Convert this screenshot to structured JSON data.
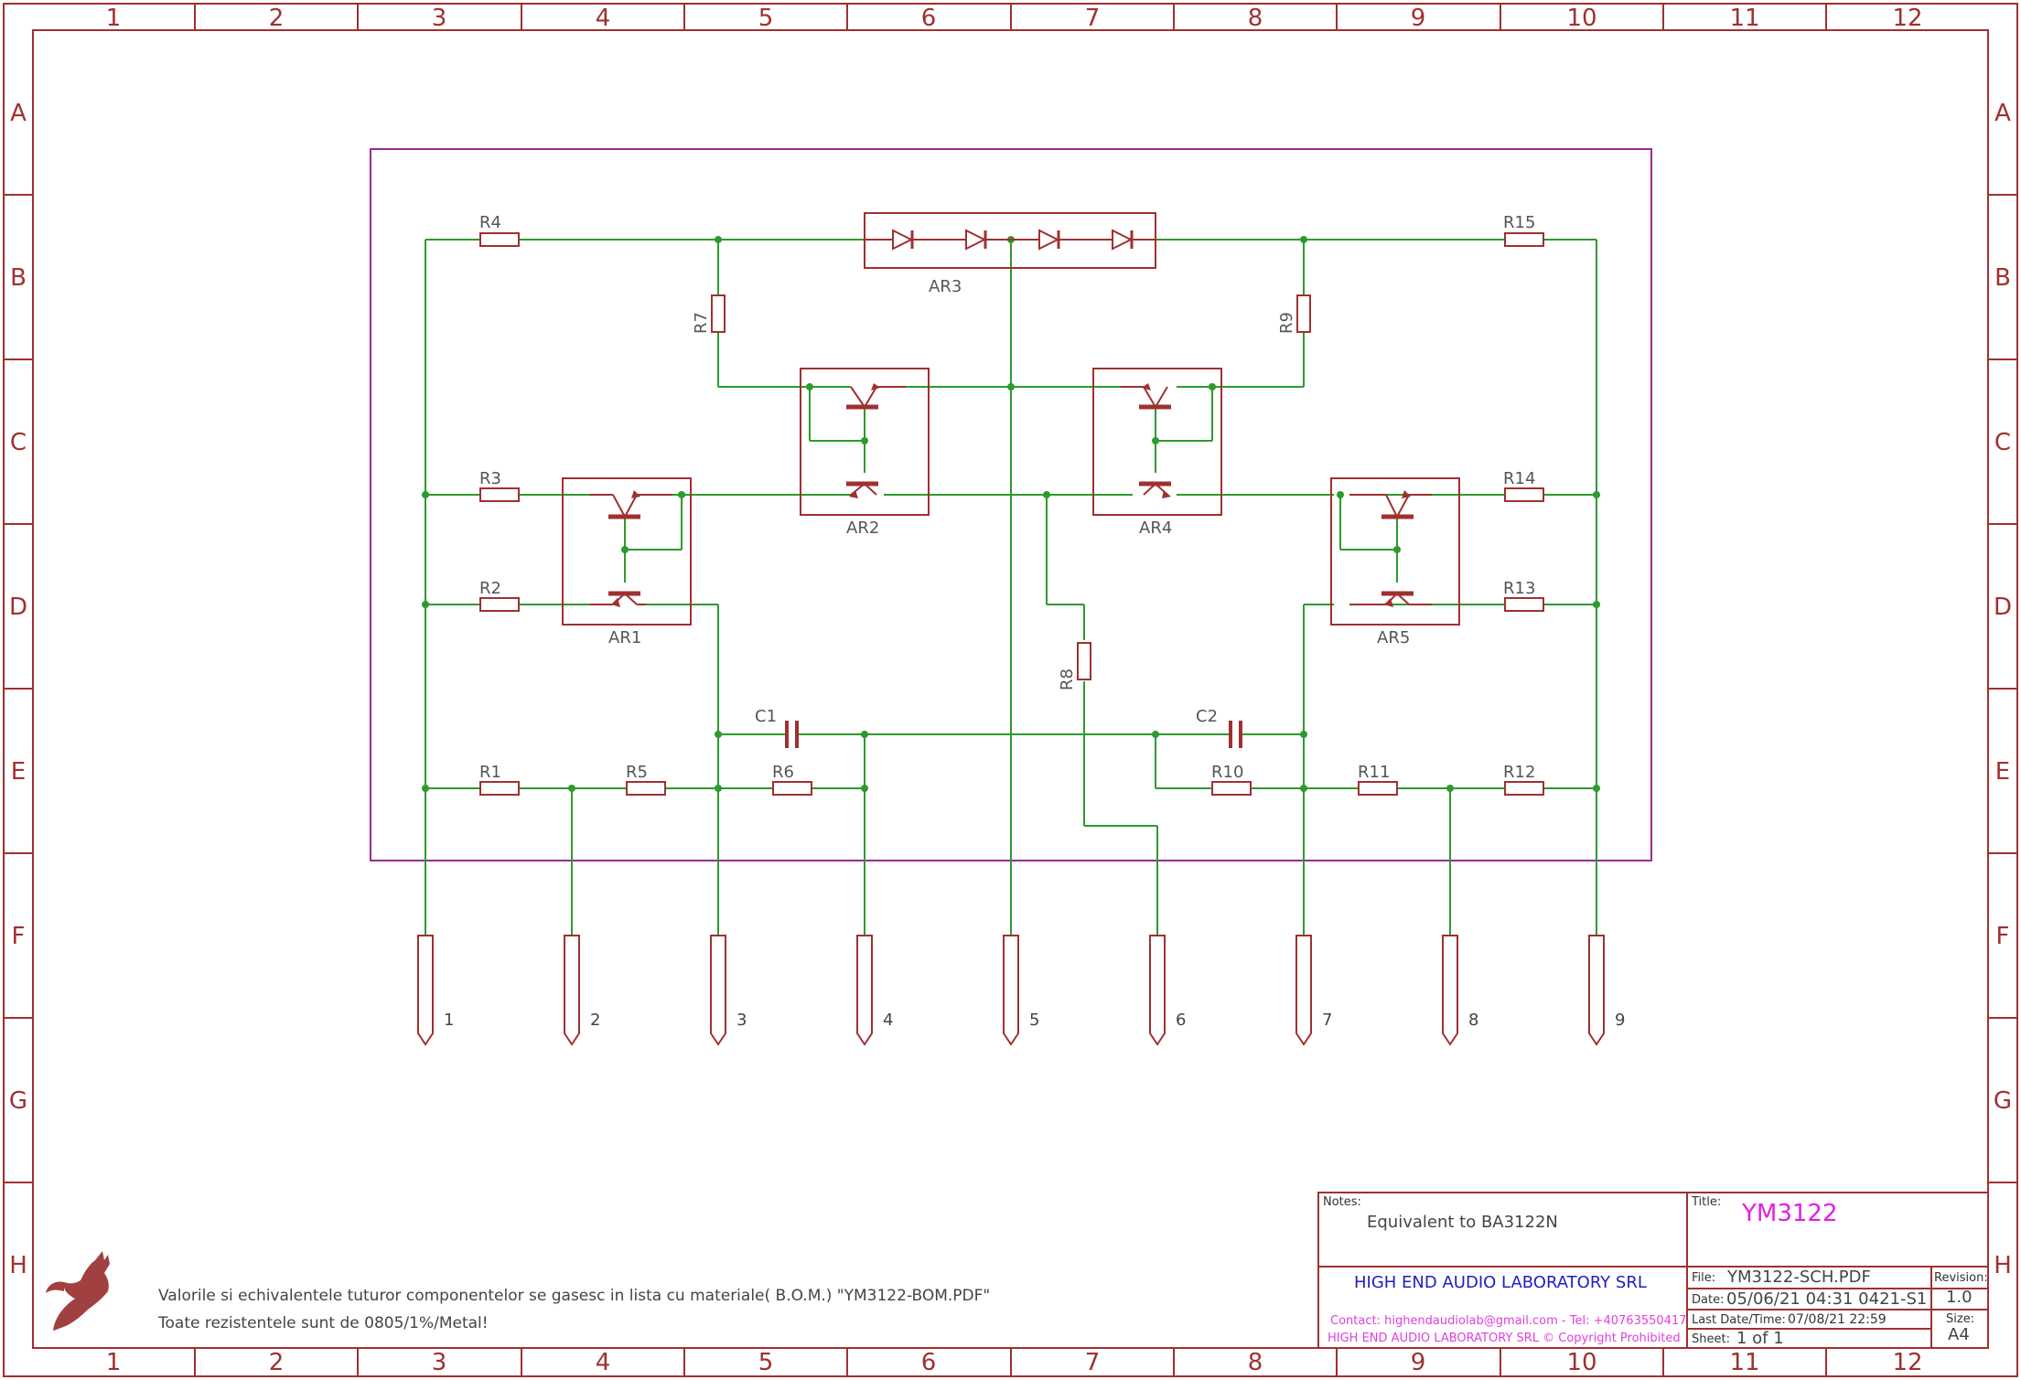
{
  "frame": {
    "columns": [
      "1",
      "2",
      "3",
      "4",
      "5",
      "6",
      "7",
      "8",
      "9",
      "10",
      "11",
      "12"
    ],
    "rows": [
      "A",
      "B",
      "C",
      "D",
      "E",
      "F",
      "G",
      "H"
    ]
  },
  "components": {
    "resistors": [
      "R1",
      "R2",
      "R3",
      "R4",
      "R5",
      "R6",
      "R7",
      "R8",
      "R9",
      "R10",
      "R11",
      "R12",
      "R13",
      "R14",
      "R15"
    ],
    "capacitors": [
      "C1",
      "C2"
    ],
    "arrays": [
      "AR1",
      "AR2",
      "AR3",
      "AR4",
      "AR5"
    ]
  },
  "pins": [
    "1",
    "2",
    "3",
    "4",
    "5",
    "6",
    "7",
    "8",
    "9"
  ],
  "bottom_notes": {
    "line1": "Valorile si echivalentele tuturor componentelor se gasesc in lista cu materiale( B.O.M.) \"YM3122-BOM.PDF\"",
    "line2": "Toate rezistentele sunt de 0805/1%/Metal!"
  },
  "title_block": {
    "notes_label": "Notes:",
    "notes_text": "Equivalent to BA3122N",
    "title_label": "Title:",
    "title": "YM3122",
    "company": "HIGH END AUDIO LABORATORY SRL",
    "contact": "Contact: highendaudiolab@gmail.com - Tel: +40763550417",
    "copyright": "HIGH END AUDIO LABORATORY SRL © Copyright Prohibited",
    "file_label": "File:",
    "file": "YM3122-SCH.PDF",
    "date_label": "Date:",
    "date": "05/06/21 04:31 0421-S1",
    "last_label": "Last Date/Time:",
    "last": "07/08/21 22:59",
    "sheet_label": "Sheet:",
    "sheet": "1 of 1",
    "revision_label": "Revision:",
    "revision": "1.0",
    "size_label": "Size:",
    "size": "A4"
  },
  "colors": {
    "frame": "#a03030",
    "wire": "#2e9a2e",
    "part": "#a03030",
    "boundary": "#9a2a9a",
    "title_magenta": "#e020e0",
    "company_blue": "#2020c0"
  }
}
